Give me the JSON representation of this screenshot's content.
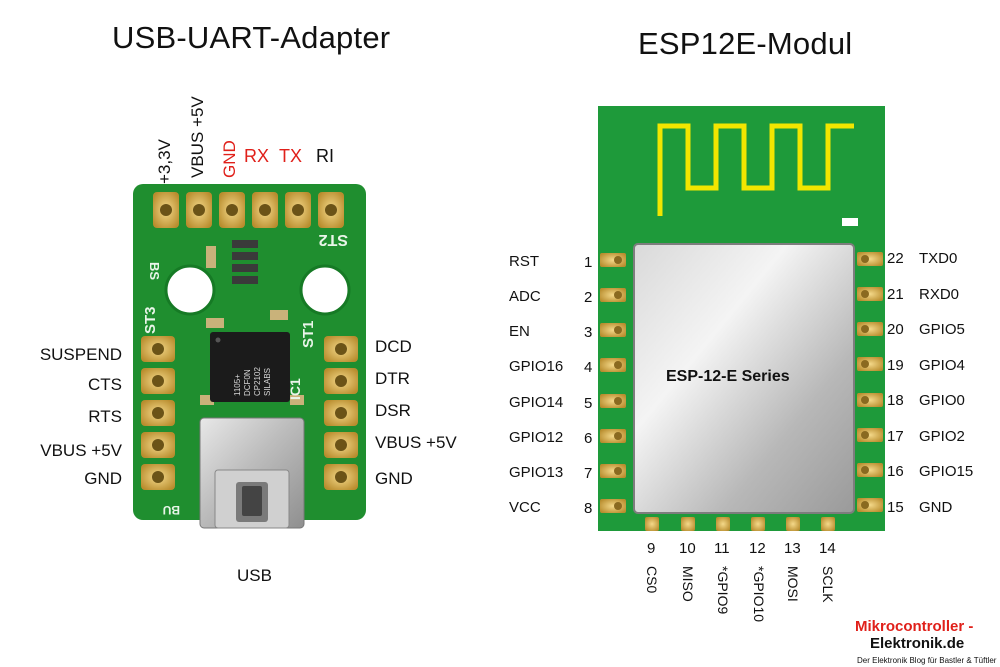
{
  "adapter": {
    "title": "USB-UART-Adapter",
    "top_pins": [
      "+3,3V",
      "VBUS +5V",
      "GND",
      "RX",
      "TX",
      "RI"
    ],
    "left_pins": [
      "SUSPEND",
      "CTS",
      "RTS",
      "VBUS +5V",
      "GND"
    ],
    "right_pins": [
      "DCD",
      "DTR",
      "DSR",
      "VBUS +5V",
      "GND"
    ],
    "usb_label": "USB",
    "silk": {
      "st3": "ST3",
      "st2": "ST2",
      "st1": "ST1",
      "ic1": "IC1",
      "bs": "BS",
      "bu": "BU"
    },
    "chip_text": [
      "SILABS",
      "CP2102",
      "DCF0N",
      "1105+"
    ],
    "highlight_color": "#e0201a"
  },
  "module": {
    "title": "ESP12E-Modul",
    "shield_label": "ESP-12-E Series",
    "left_pins": [
      {
        "num": "1",
        "name": "RST"
      },
      {
        "num": "2",
        "name": "ADC"
      },
      {
        "num": "3",
        "name": "EN"
      },
      {
        "num": "4",
        "name": "GPIO16"
      },
      {
        "num": "5",
        "name": "GPIO14"
      },
      {
        "num": "6",
        "name": "GPIO12"
      },
      {
        "num": "7",
        "name": "GPIO13"
      },
      {
        "num": "8",
        "name": "VCC"
      }
    ],
    "right_pins": [
      {
        "num": "22",
        "name": "TXD0"
      },
      {
        "num": "21",
        "name": "RXD0"
      },
      {
        "num": "20",
        "name": "GPIO5"
      },
      {
        "num": "19",
        "name": "GPIO4"
      },
      {
        "num": "18",
        "name": "GPIO0"
      },
      {
        "num": "17",
        "name": "GPIO2"
      },
      {
        "num": "16",
        "name": "GPIO15"
      },
      {
        "num": "15",
        "name": "GND"
      }
    ],
    "bottom_pins": [
      {
        "num": "9",
        "name": "CS0"
      },
      {
        "num": "10",
        "name": "MISO"
      },
      {
        "num": "11",
        "name": "*GPIO9"
      },
      {
        "num": "12",
        "name": "*GPIO10"
      },
      {
        "num": "13",
        "name": "MOSI"
      },
      {
        "num": "14",
        "name": "SCLK"
      }
    ],
    "pcb_color": "#1e9a3a",
    "antenna_color": "#f2e600"
  },
  "brand": {
    "line1": "Mikrocontroller -",
    "line2": "Elektronik.de",
    "line3": "Der Elektronik Blog für Bastler & Tüftler"
  }
}
